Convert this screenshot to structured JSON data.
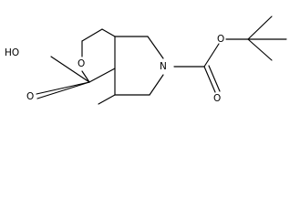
{
  "molecule": {
    "atom_labels": {
      "hydroxyl": "HO",
      "ring_oxygen": "O",
      "nitrogen": "N",
      "carboxyl_carbonyl_oxygen": "O",
      "boc_carbonyl_oxygen": "O",
      "boc_ester_oxygen": "O"
    }
  },
  "colors": {
    "bond": "#000000",
    "label": "#000000",
    "background": "#ffffff"
  }
}
